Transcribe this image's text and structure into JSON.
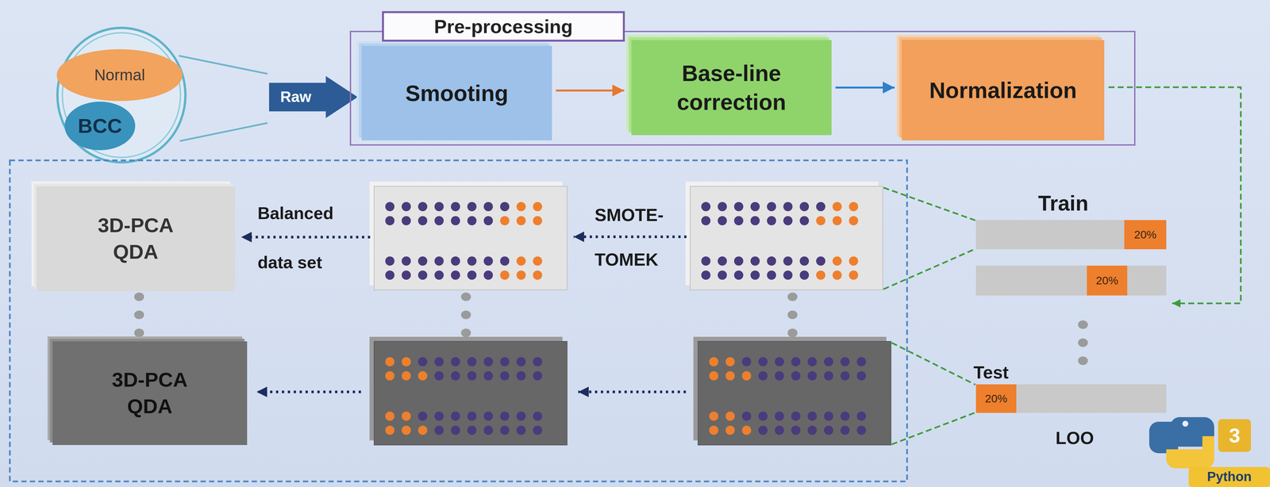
{
  "diagram": {
    "nodes": [
      {
        "text": [
          "Normal"
        ]
      },
      {
        "text": [
          "BCC"
        ]
      },
      {
        "text": [
          "Raw"
        ]
      },
      {
        "text": [
          "Pre-processing"
        ]
      },
      {
        "text": [
          "Smooting"
        ],
        "in": 3
      },
      {
        "text": [
          "Base-line correction"
        ],
        "in": 3
      },
      {
        "text": [
          "Normalization"
        ],
        "in": 3
      },
      {
        "text": [
          "3D-PCA QDA"
        ]
      },
      {
        "text": [
          "3D-PCA QDA"
        ]
      },
      {
        "text": [
          "20%"
        ]
      },
      {
        "text": [
          "20%"
        ]
      },
      {
        "text": [
          "20%"
        ]
      }
    ],
    "edges": [
      {
        "from": 4,
        "to": 5,
        "arrow": "to"
      },
      {
        "from": 5,
        "to": 6,
        "arrow": "to"
      }
    ],
    "labels": [
      "Balanced data set",
      "SMOTE- TOMEK",
      "Train",
      "Test",
      "LOO",
      "3",
      "Python"
    ]
  }
}
